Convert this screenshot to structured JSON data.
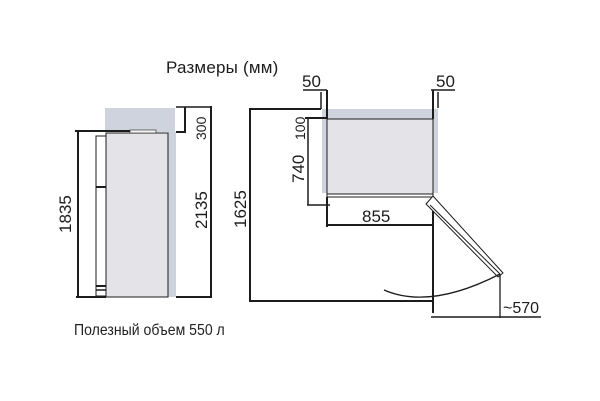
{
  "title": "Размеры (мм)",
  "caption": "Полезный объем 550 л",
  "colors": {
    "line": "#1c1c1c",
    "body_fill": "#e4e4e8",
    "clearance_fill": "#cfd3de"
  },
  "front_view": {
    "height_body": "1835",
    "height_total": "2135",
    "top_clearance": "300"
  },
  "top_view": {
    "side_clearance_left": "50",
    "side_clearance_right": "50",
    "back_clearance": "100",
    "depth": "740",
    "depth_total": "1625",
    "width": "855",
    "door_swing": "~570"
  }
}
